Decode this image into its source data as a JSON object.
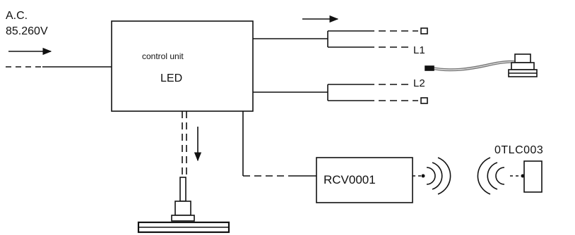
{
  "supply": {
    "line1": "A.C.",
    "line2": "85.260V"
  },
  "control_unit": {
    "line1": "control unit",
    "line2": "LED"
  },
  "outputs": {
    "l1": "L1",
    "l2": "L2"
  },
  "receiver": {
    "label": "RCV0001"
  },
  "remote": {
    "label": "0TLC003"
  }
}
